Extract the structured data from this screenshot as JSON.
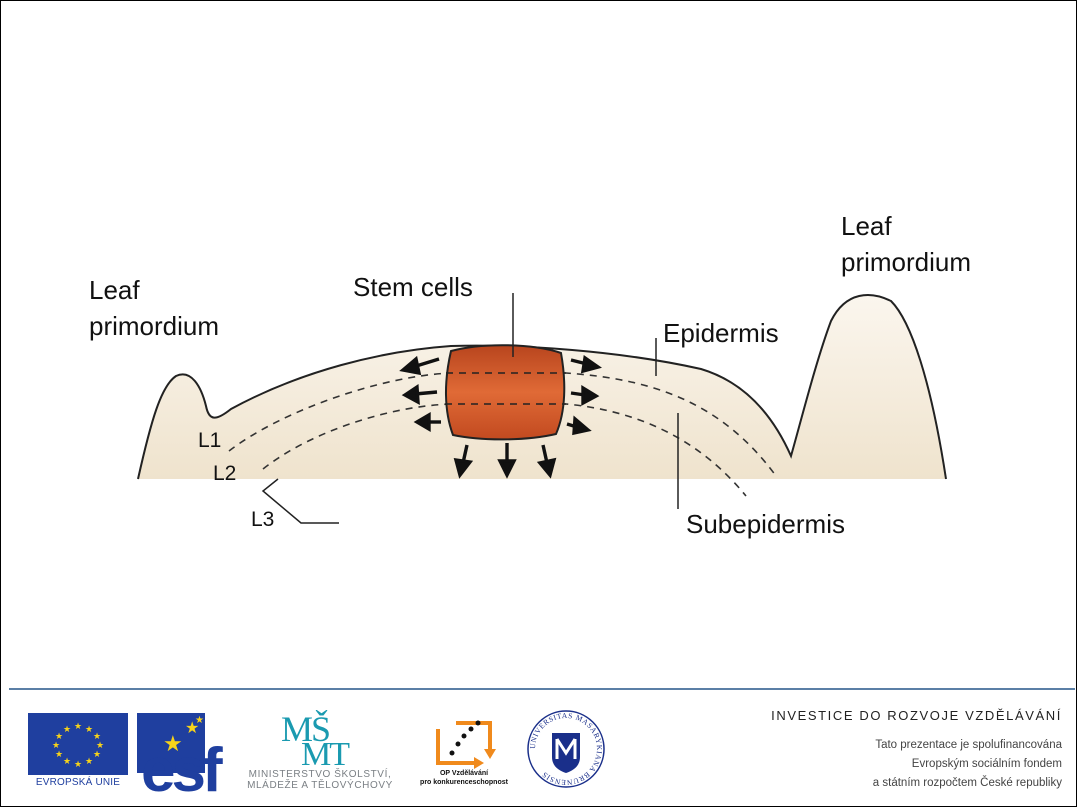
{
  "diagram": {
    "labels": {
      "leaf_left": [
        "Leaf",
        "primordium"
      ],
      "leaf_right": [
        "Leaf",
        "primordium"
      ],
      "stem_cells": "Stem cells",
      "epidermis": "Epidermis",
      "subepidermis": "Subepidermis",
      "l1": "L1",
      "l2": "L2",
      "l3": "L3"
    },
    "colors": {
      "tissue_fill": "#f3ead9",
      "stem_cells": "#d4572a",
      "outline": "#222222"
    }
  },
  "footer": {
    "eu_caption": "EVROPSKÁ UNIE",
    "esf_text": "esf",
    "msmt_name": [
      "MINISTERSTVO ŠKOLSTVÍ,",
      "MLÁDEŽE A TĚLOVÝCHOVY"
    ],
    "op_caption": [
      "OP Vzdělávání",
      "pro konkurenceschopnost"
    ],
    "muni_seal": "UNIVERSITAS MASARYKIANA BRUNENSIS",
    "investice_title": "INVESTICE DO ROZVOJE VZDĚLÁVÁNÍ",
    "investice_lines": [
      "Tato prezentace je spolufinancována",
      "Evropským sociálním fondem",
      "a státním rozpočtem České republiky"
    ]
  }
}
